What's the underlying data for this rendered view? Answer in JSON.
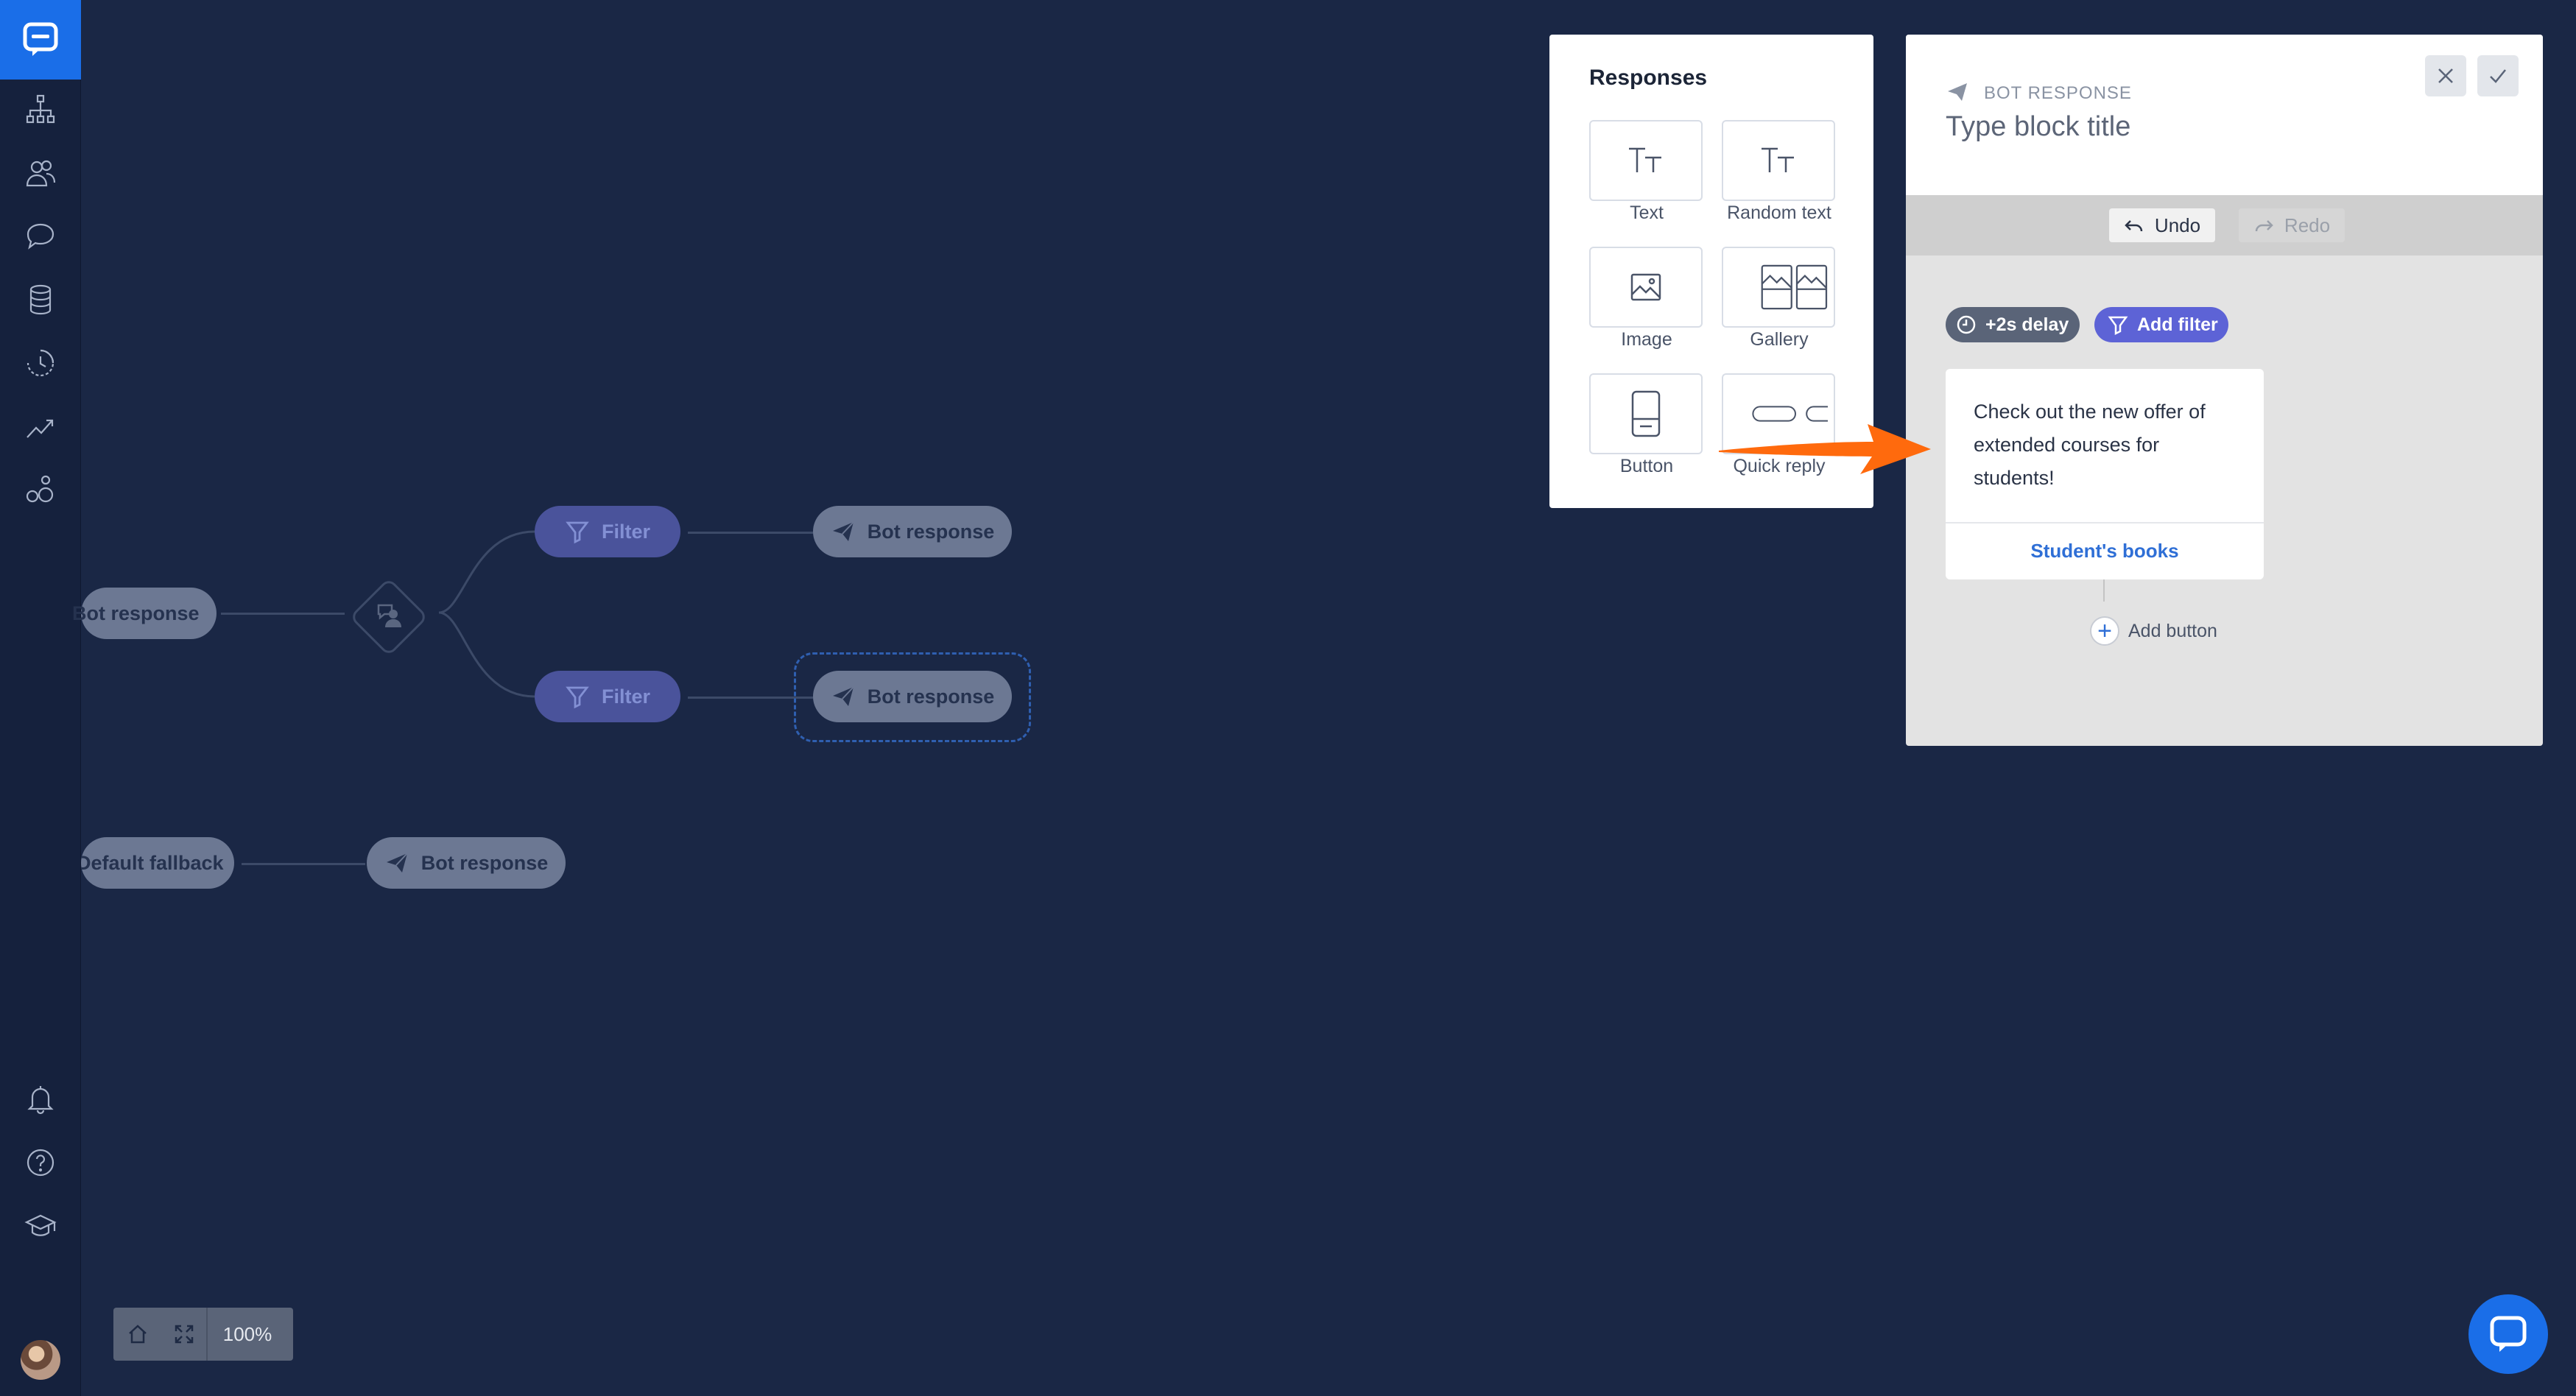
{
  "colors": {
    "canvas_bg": "#1a2745",
    "sidebar_bg": "#15213d",
    "brand_blue": "#1a6ee8",
    "filter_purple": "#5d63d6",
    "node_gray": "#6c7893",
    "arrow_orange": "#ff6a0d"
  },
  "sidebar": {
    "logo_icon": "chat-bubble-logo-icon",
    "items": [
      {
        "name": "stories-icon"
      },
      {
        "name": "users-icon"
      },
      {
        "name": "chat-icon"
      },
      {
        "name": "database-icon"
      },
      {
        "name": "history-icon"
      },
      {
        "name": "analytics-icon"
      },
      {
        "name": "integrations-icon"
      }
    ],
    "bottom_items": [
      {
        "name": "bell-icon"
      },
      {
        "name": "help-icon"
      },
      {
        "name": "academy-icon"
      }
    ]
  },
  "canvas": {
    "nodes": {
      "bot_response_left": "Bot response",
      "filter_top": "Filter",
      "bot_response_top": "Bot response",
      "filter_bottom": "Filter",
      "bot_response_selected": "Bot response",
      "default_fallback": "Default fallback",
      "bot_response_fallback": "Bot response"
    }
  },
  "responses_panel": {
    "title": "Responses",
    "items": [
      {
        "label": "Text",
        "icon": "text-icon"
      },
      {
        "label": "Random text",
        "icon": "random-text-icon"
      },
      {
        "label": "Image",
        "icon": "image-icon"
      },
      {
        "label": "Gallery",
        "icon": "gallery-icon"
      },
      {
        "label": "Button",
        "icon": "button-icon"
      },
      {
        "label": "Quick reply",
        "icon": "quick-reply-icon"
      }
    ]
  },
  "bot_panel": {
    "kicker": "BOT RESPONSE",
    "title_placeholder": "Type block title",
    "undo": "Undo",
    "redo": "Redo",
    "delay": "+2s delay",
    "add_filter": "Add filter",
    "message": "Check out the new offer of extended courses for students!",
    "button_label": "Student's books",
    "add_button": "Add button"
  },
  "zoom": {
    "level": "100%"
  }
}
